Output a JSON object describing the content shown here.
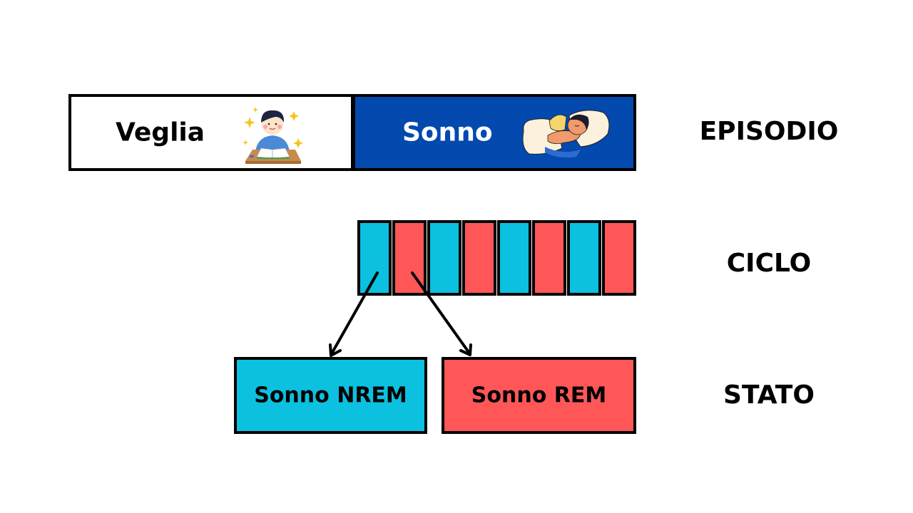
{
  "episode": {
    "label": "EPISODIO",
    "items": [
      {
        "label": "Veglia",
        "icon": "studying-person-illustration",
        "background": "#ffffff",
        "text_color": "#000000"
      },
      {
        "label": "Sonno",
        "icon": "sleeping-person-illustration",
        "background": "#0349ae",
        "text_color": "#ffffff"
      }
    ]
  },
  "cycle": {
    "label": "CICLO",
    "cells": [
      "NREM",
      "REM",
      "NREM",
      "REM",
      "NREM",
      "REM",
      "NREM",
      "REM"
    ],
    "colors": {
      "NREM": "#0cc0df",
      "REM": "#ff5757"
    }
  },
  "state": {
    "label": "STATO",
    "items": [
      {
        "label": "Sonno NREM",
        "color": "#0cc0df"
      },
      {
        "label": "Sonno REM",
        "color": "#ff5757"
      }
    ]
  },
  "arrows": [
    {
      "from": "cycle-cell-1",
      "to": "state-nrem"
    },
    {
      "from": "cycle-cell-2",
      "to": "state-rem"
    }
  ]
}
